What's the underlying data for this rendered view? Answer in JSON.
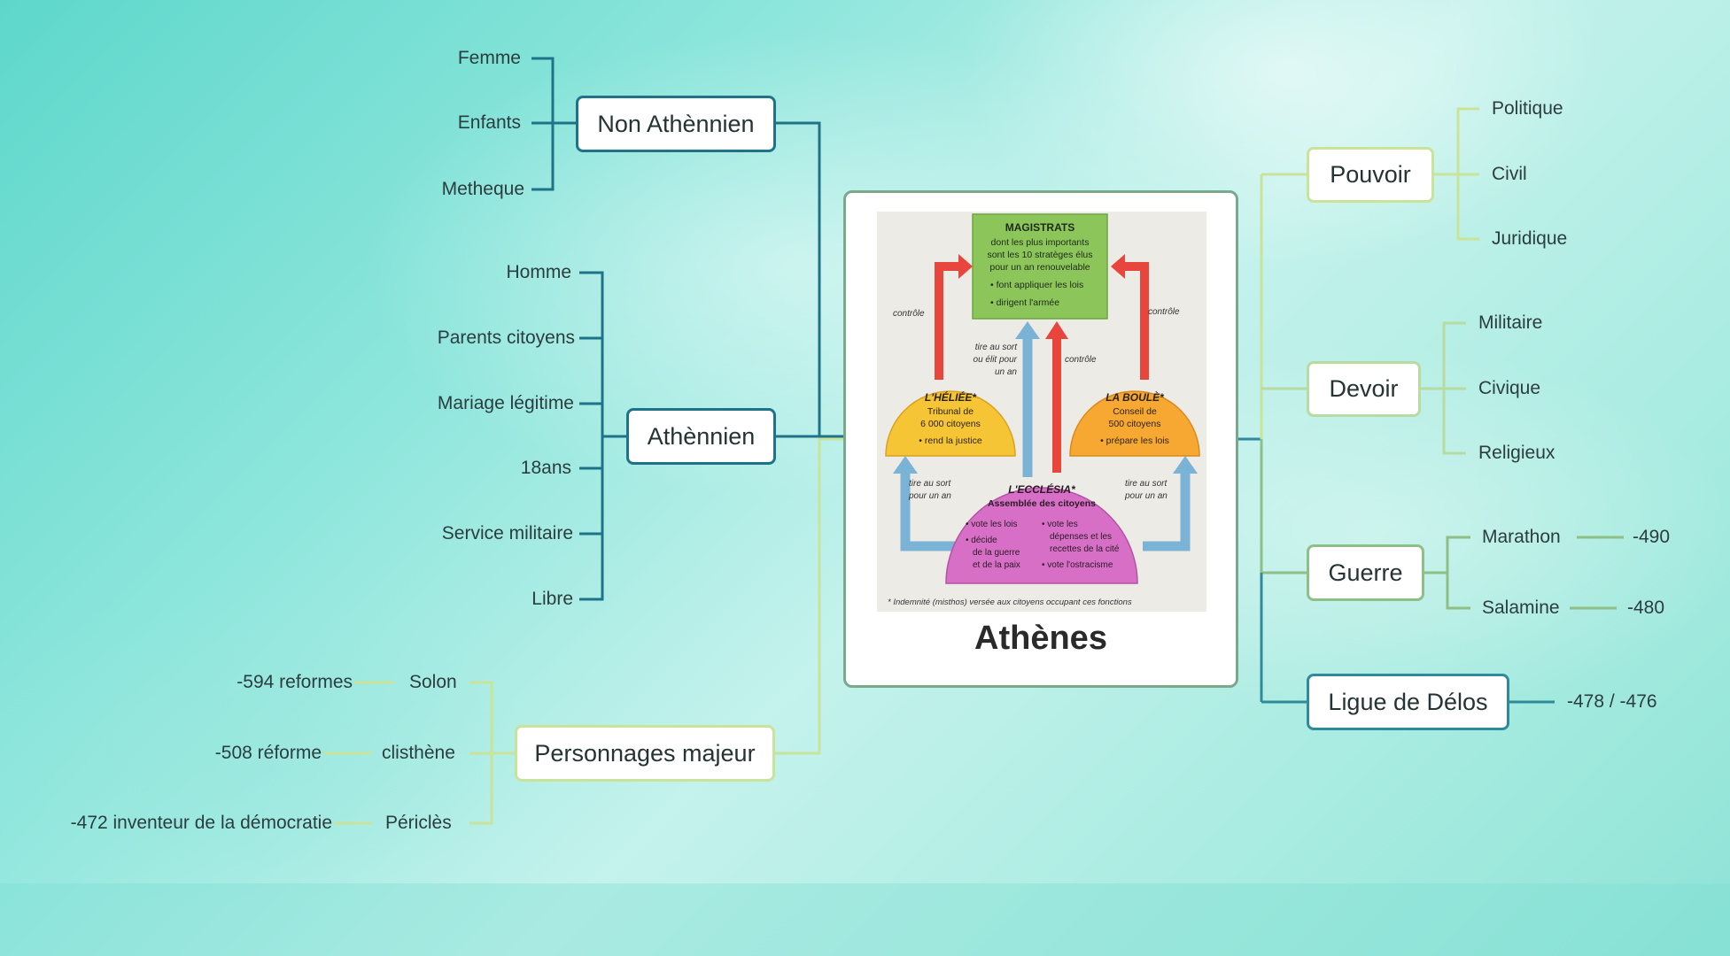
{
  "center": {
    "title": "Athènes",
    "figure": {
      "magistrats": {
        "title": "MAGISTRATS",
        "lines": [
          "dont les plus importants",
          "sont les 10 stratèges élus",
          "pour un an renouvelable",
          "• font appliquer les lois",
          "• dirigent l'armée"
        ]
      },
      "heliee": {
        "title": "L'HÉLIÉE*",
        "lines": [
          "Tribunal de",
          "6 000 citoyens",
          "• rend la justice"
        ]
      },
      "boule": {
        "title": "LA BOULÈ*",
        "lines": [
          "Conseil de",
          "500 citoyens",
          "• prépare les lois"
        ]
      },
      "ecclesia": {
        "title": "L'ECCLÉSIA*",
        "subtitle": "Assemblée des citoyens",
        "col1": [
          "• vote les lois",
          "• décide",
          "de la guerre",
          "et de la paix"
        ],
        "col2": [
          "• vote les",
          "dépenses et les",
          "recettes de la cité",
          "• vote l'ostracisme"
        ]
      },
      "controle_left": "contrôle",
      "controle_right": "contrôle",
      "controle_mid": "contrôle",
      "tirage_mid": [
        "tire au sort",
        "ou élit pour",
        "un an"
      ],
      "tirage_left": [
        "tire au sort",
        "pour un an"
      ],
      "tirage_right": [
        "tire au sort",
        "pour un an"
      ],
      "footnote": "* Indemnité (misthos) versée aux citoyens occupant ces fonctions"
    }
  },
  "left": {
    "non_athenien": {
      "label": "Non Athènnien",
      "children": [
        "Femme",
        "Enfants",
        "Metheque"
      ]
    },
    "athenien": {
      "label": "Athènnien",
      "children": [
        "Homme",
        "Parents citoyens",
        "Mariage légitime",
        "18ans",
        "Service militaire",
        "Libre"
      ]
    },
    "personnages": {
      "label": "Personnages majeur",
      "children": [
        {
          "name": "Solon",
          "note": "-594 reformes"
        },
        {
          "name": "clisthène",
          "note": "-508 réforme"
        },
        {
          "name": "Périclès",
          "note": "-472 inventeur de la démocratie"
        }
      ]
    }
  },
  "right": {
    "pouvoir": {
      "label": "Pouvoir",
      "children": [
        "Politique",
        "Civil",
        "Juridique"
      ]
    },
    "devoir": {
      "label": "Devoir",
      "children": [
        "Militaire",
        "Civique",
        "Religieux"
      ]
    },
    "guerre": {
      "label": "Guerre",
      "children": [
        {
          "name": "Marathon",
          "note": "-490"
        },
        {
          "name": "Salamine",
          "note": "-480"
        }
      ]
    },
    "ligue": {
      "label": "Ligue de Délos",
      "note": "-478 / -476"
    }
  },
  "colors": {
    "dark_teal": "#1e7389",
    "teal": "#2b8aa0",
    "light_green": "#c9e39a",
    "green": "#8dbf86",
    "soft_green": "#b7dba0",
    "ligue": "#2f8a9a"
  }
}
